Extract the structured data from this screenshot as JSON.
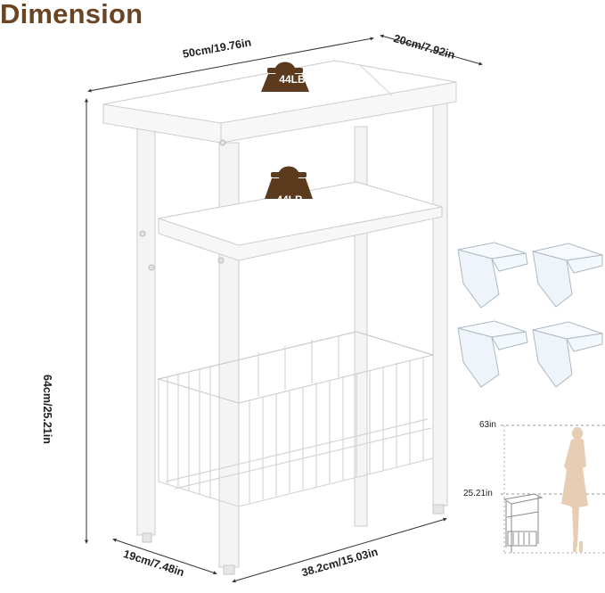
{
  "title": "Dimension",
  "dimensions": {
    "top_width": "50cm/19.76in",
    "top_depth": "20cm/7.92in",
    "height": "64cm/25.21in",
    "base_depth": "19cm/7.48in",
    "base_width": "38.2cm/15.03in"
  },
  "load_badges": {
    "top_shelf": "44LB",
    "middle_shelf": "44LB"
  },
  "scale_reference": {
    "person_height": "63in",
    "table_height": "25.21in"
  },
  "colors": {
    "title": "#6b4423",
    "badge": "#5b3a1e",
    "furniture": "#f4f4f4",
    "outline": "#c9c9c9"
  }
}
